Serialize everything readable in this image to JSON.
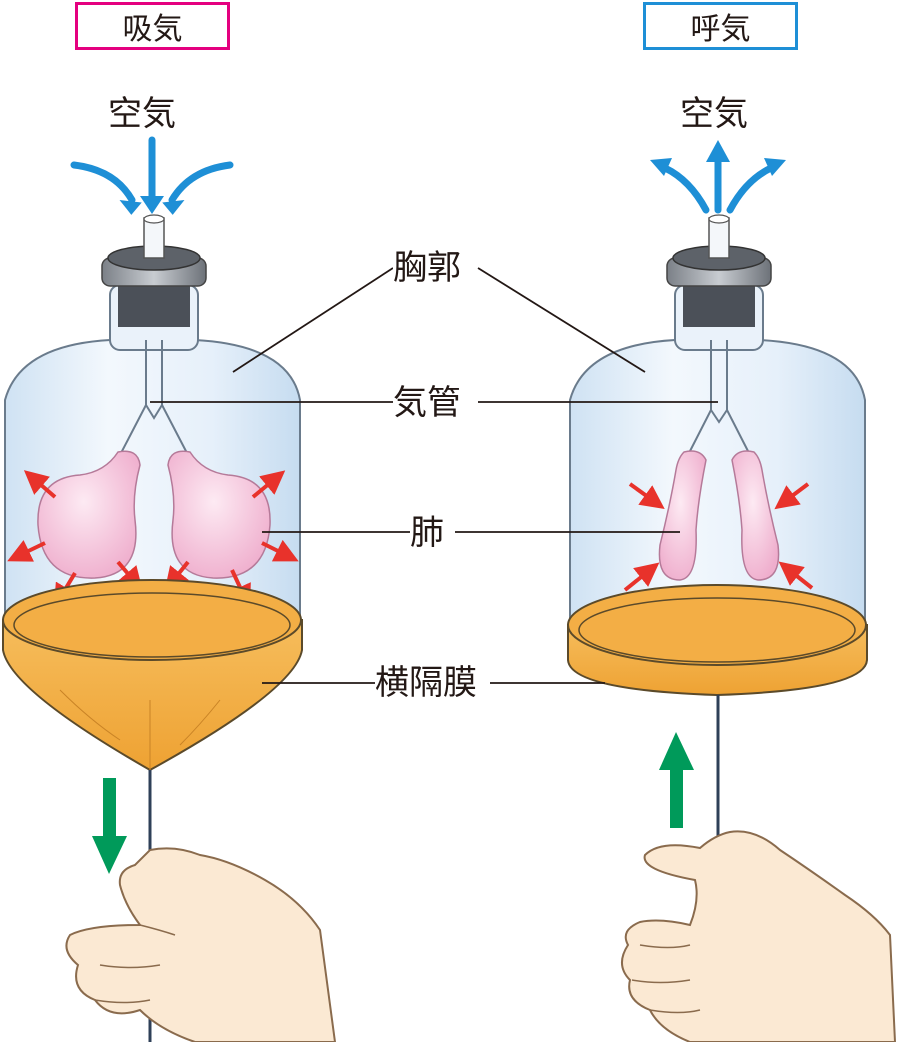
{
  "titles": {
    "inhale": "吸気",
    "exhale": "呼気"
  },
  "air": {
    "left": "空気",
    "right": "空気"
  },
  "labels": {
    "kyokaku": "胸郭",
    "kikan": "気管",
    "hai": "肺",
    "oukakumaku": "横隔膜"
  },
  "colors": {
    "inhale_border": "#e4007f",
    "exhale_border": "#1e8fd6",
    "air_arrow": "#1e8fd6",
    "pressure_arrow": "#e8322b",
    "movement_arrow": "#009a5a",
    "diaphragm": "#f2a93b",
    "lung": "#f3bcd8",
    "bell_jar": "#dbe9f6"
  }
}
